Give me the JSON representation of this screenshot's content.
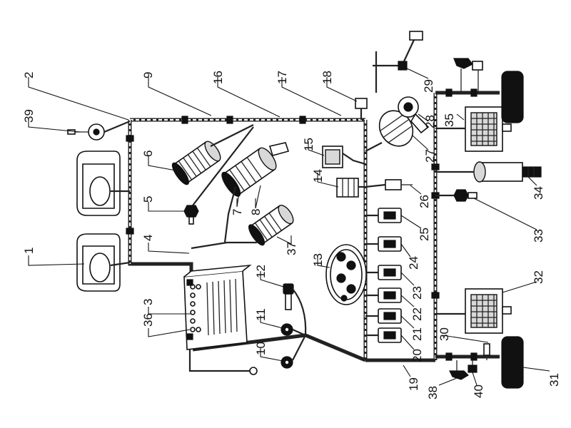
{
  "labels": [
    {
      "id": "1",
      "text": "1"
    },
    {
      "id": "2",
      "text": "2"
    },
    {
      "id": "3",
      "text": "3"
    },
    {
      "id": "4",
      "text": "4"
    },
    {
      "id": "5",
      "text": "5"
    },
    {
      "id": "6",
      "text": "6"
    },
    {
      "id": "7",
      "text": "7"
    },
    {
      "id": "8",
      "text": "8"
    },
    {
      "id": "9",
      "text": "9"
    },
    {
      "id": "10",
      "text": "10"
    },
    {
      "id": "11",
      "text": "11"
    },
    {
      "id": "12",
      "text": "12"
    },
    {
      "id": "13",
      "text": "13"
    },
    {
      "id": "14",
      "text": "14"
    },
    {
      "id": "15",
      "text": "15"
    },
    {
      "id": "16",
      "text": "16"
    },
    {
      "id": "17",
      "text": "17"
    },
    {
      "id": "18",
      "text": "18"
    },
    {
      "id": "19",
      "text": "19"
    },
    {
      "id": "20",
      "text": "20"
    },
    {
      "id": "21",
      "text": "21"
    },
    {
      "id": "22",
      "text": "22"
    },
    {
      "id": "23",
      "text": "23"
    },
    {
      "id": "24",
      "text": "24"
    },
    {
      "id": "25",
      "text": "25"
    },
    {
      "id": "26",
      "text": "26"
    },
    {
      "id": "27",
      "text": "27"
    },
    {
      "id": "28",
      "text": "28"
    },
    {
      "id": "29",
      "text": "29"
    },
    {
      "id": "30",
      "text": "30"
    },
    {
      "id": "31",
      "text": "31"
    },
    {
      "id": "32",
      "text": "32"
    },
    {
      "id": "33",
      "text": "33"
    },
    {
      "id": "34",
      "text": "34"
    },
    {
      "id": "35",
      "text": "35"
    },
    {
      "id": "36",
      "text": "36"
    },
    {
      "id": "37",
      "text": "37"
    },
    {
      "id": "38",
      "text": "38"
    },
    {
      "id": "39",
      "text": "39"
    },
    {
      "id": "40",
      "text": "40"
    }
  ]
}
